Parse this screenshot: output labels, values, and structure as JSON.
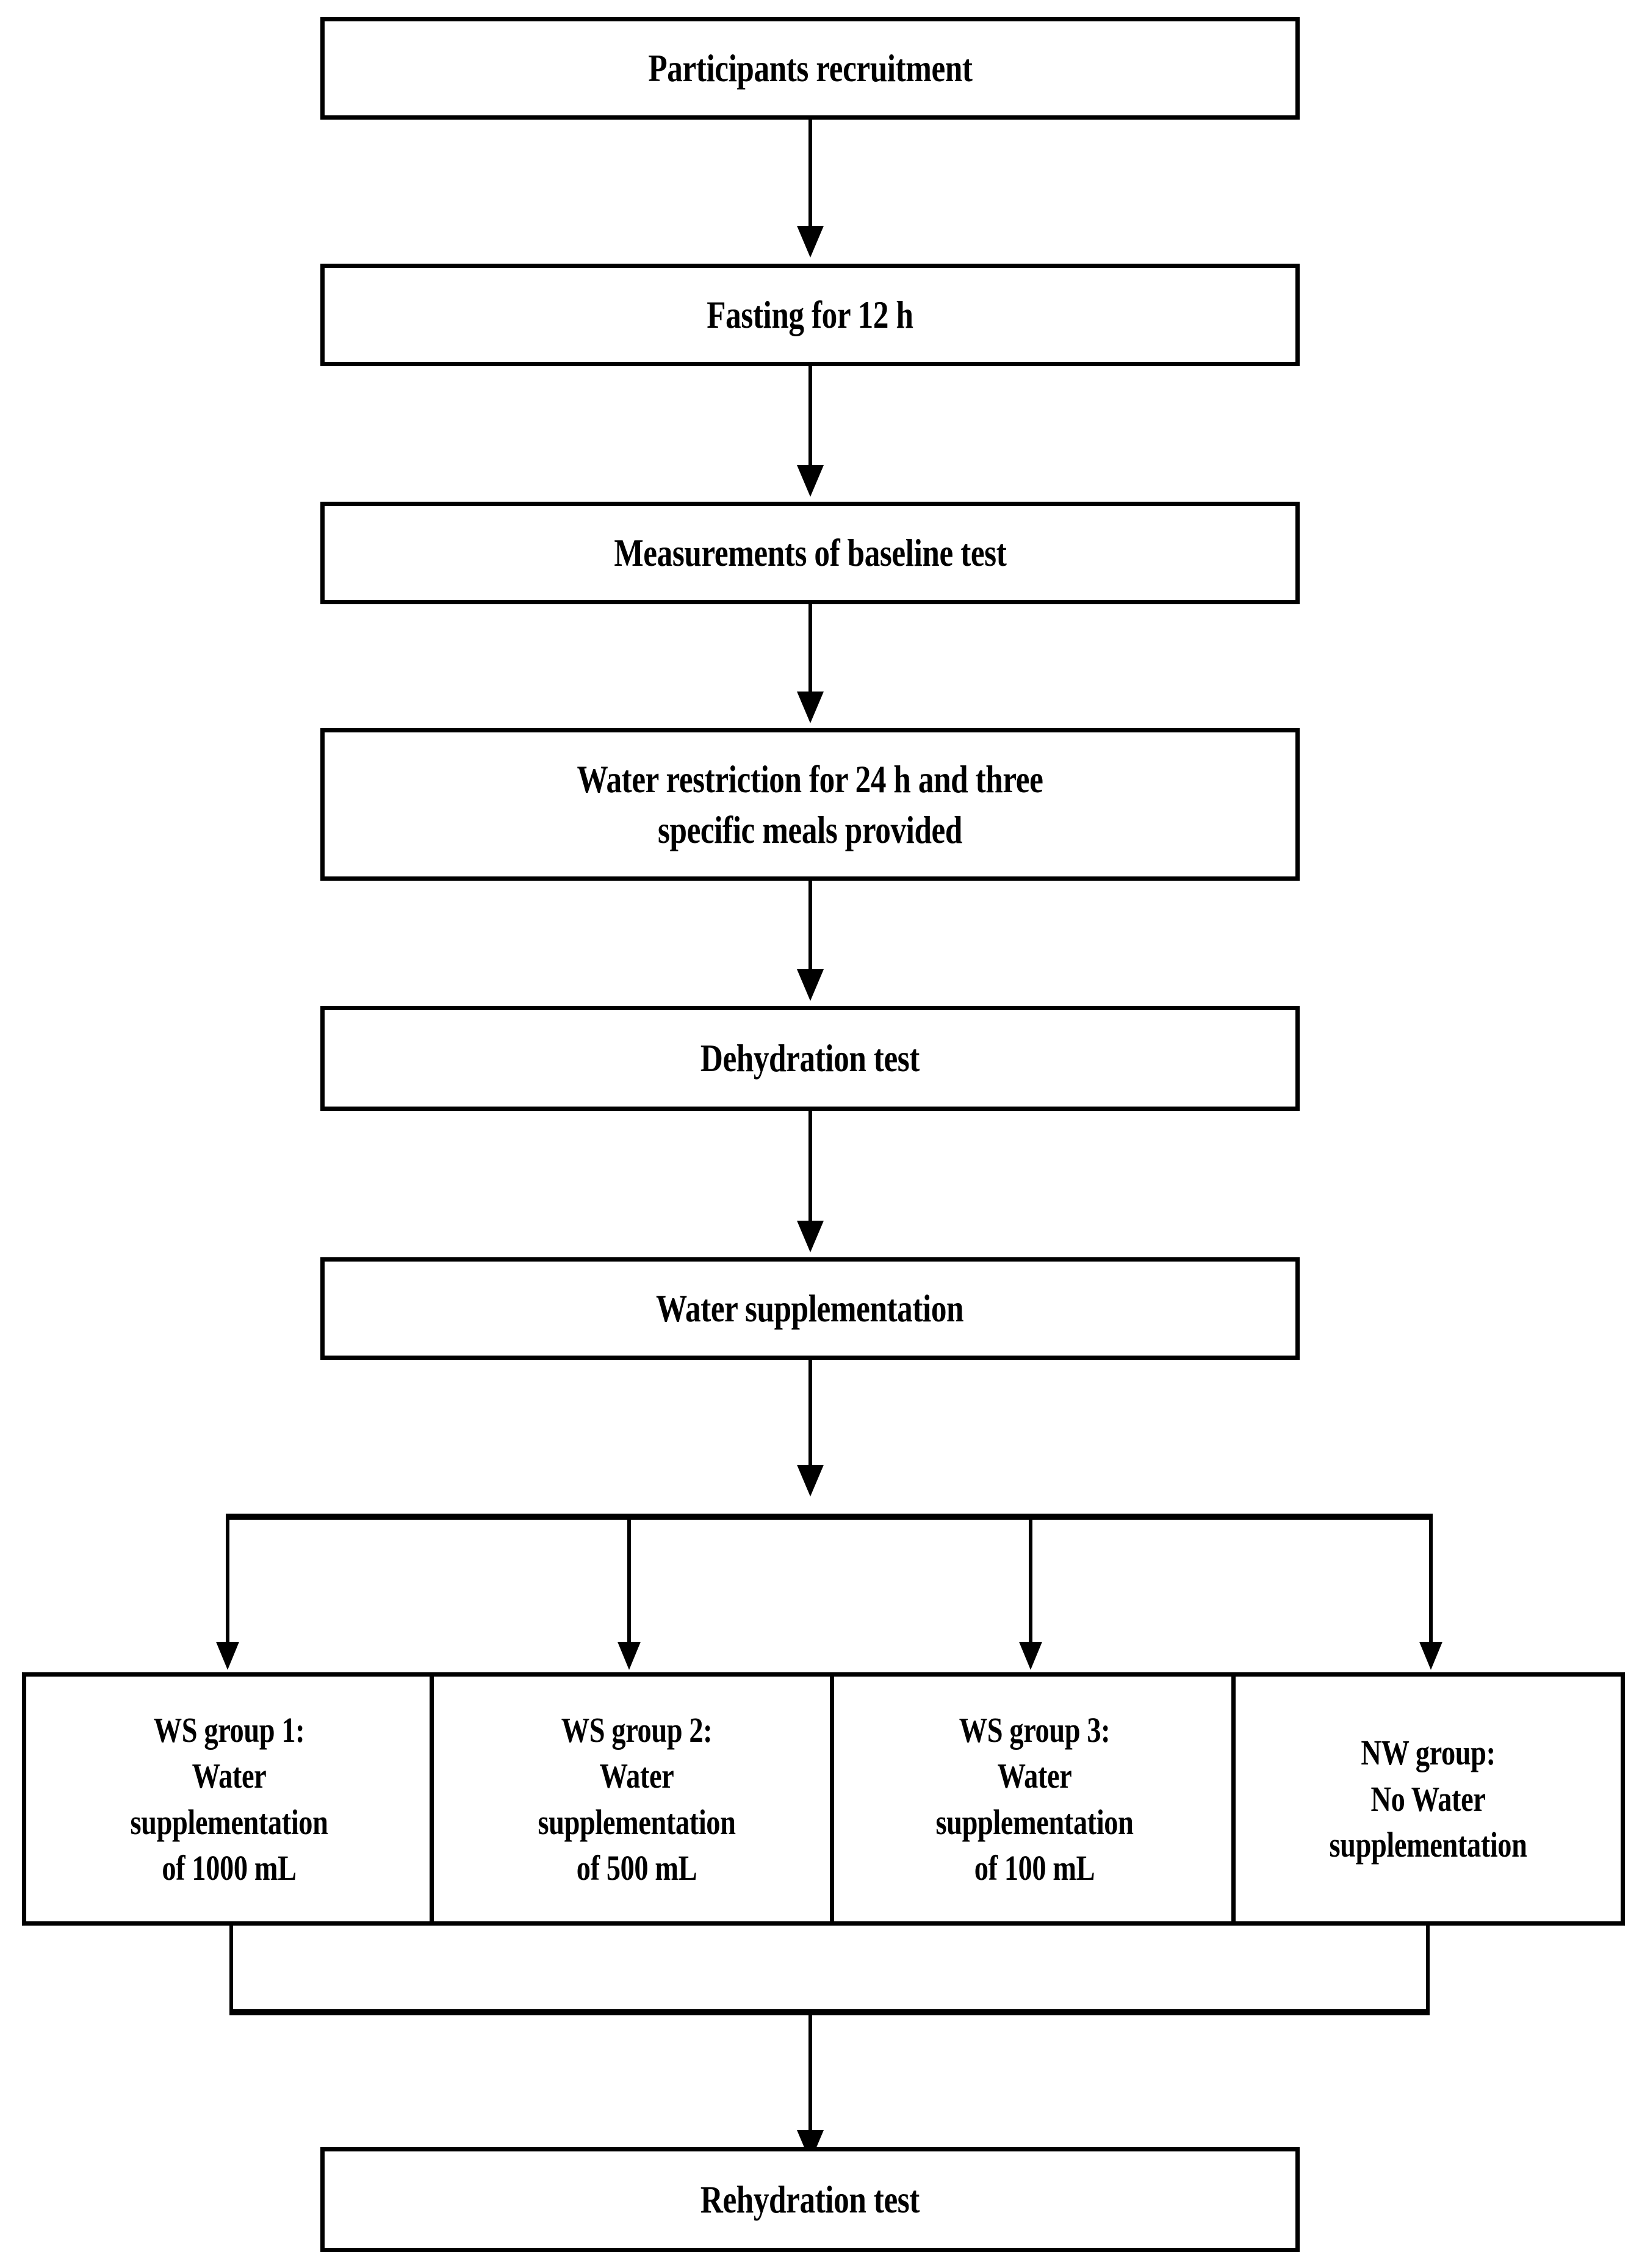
{
  "diagram": {
    "title": "Study protocol flowchart",
    "type": "flowchart",
    "orientation": "top-to-bottom",
    "colors": {
      "box_border": "#000000",
      "box_fill": "#ffffff",
      "connector": "#000000",
      "text": "#000000"
    },
    "main_steps": [
      {
        "id": "recruitment",
        "label": "Participants recruitment"
      },
      {
        "id": "fasting",
        "label": "Fasting for 12 h"
      },
      {
        "id": "baseline",
        "label": "Measurements of baseline test"
      },
      {
        "id": "water-restriction",
        "label": "Water restriction for 24 h and three\nspecific meals provided"
      },
      {
        "id": "dehydration-test",
        "label": "Dehydration test"
      },
      {
        "id": "water-supplementation",
        "label": "Water supplementation"
      }
    ],
    "groups": [
      {
        "id": "ws-group-1",
        "label": "WS group 1:\nWater\nsupplementation\nof 1000 mL"
      },
      {
        "id": "ws-group-2",
        "label": "WS group 2:\nWater\nsupplementation\nof 500 mL"
      },
      {
        "id": "ws-group-3",
        "label": "WS group 3:\nWater\nsupplementation\nof 100 mL"
      },
      {
        "id": "nw-group",
        "label": "NW group:\nNo Water\nsupplementation"
      }
    ],
    "final_step": {
      "id": "rehydration-test",
      "label": "Rehydration test"
    }
  }
}
